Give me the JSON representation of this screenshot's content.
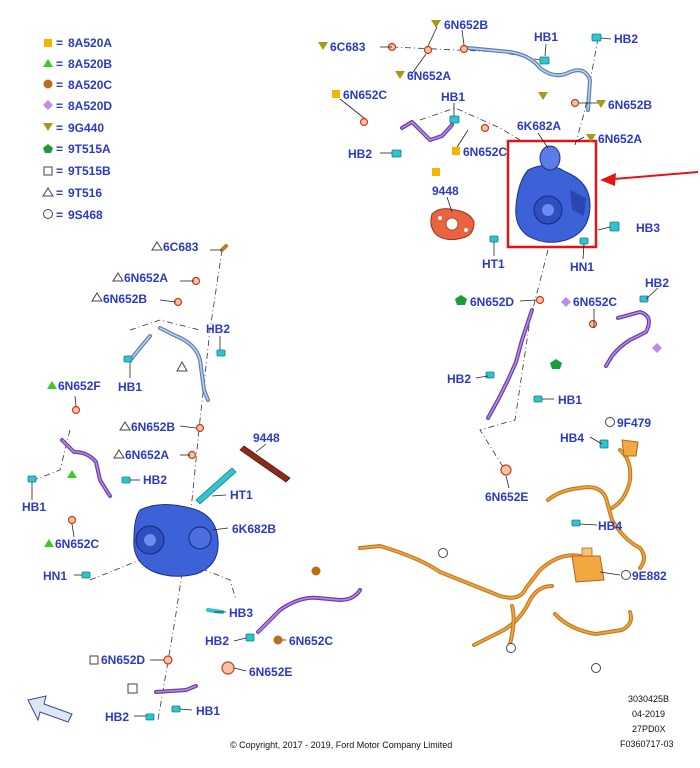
{
  "legend": [
    {
      "symbol": "square-filled",
      "color": "#f5b400",
      "code": "8A520A"
    },
    {
      "symbol": "triangle-filled",
      "color": "#3ec91e",
      "code": "8A520B"
    },
    {
      "symbol": "circle-filled",
      "color": "#c06a1c",
      "code": "8A520C"
    },
    {
      "symbol": "diamond-filled",
      "color": "#c08ae8",
      "code": "8A520D"
    },
    {
      "symbol": "triangle-down-filled",
      "color": "#a89a18",
      "code": "9G440"
    },
    {
      "symbol": "pentagon-filled",
      "color": "#1f9a3a",
      "code": "9T515A"
    },
    {
      "symbol": "square-open",
      "color": "#444444",
      "code": "9T515B"
    },
    {
      "symbol": "triangle-open",
      "color": "#444444",
      "code": "9T516"
    },
    {
      "symbol": "circle-open",
      "color": "#444444",
      "code": "9S468"
    }
  ],
  "legend_equals": "=",
  "callouts": {
    "r_6n652b_top": "6N652B",
    "r_6c683": "6C683",
    "r_hb1_top": "HB1",
    "r_hb2_top": "HB2",
    "r_6n652a_top": "6N652A",
    "r_6n652b_right": "6N652B",
    "r_6n652c_tl": "6N652C",
    "r_hb1_mid": "HB1",
    "r_6k682a": "6K682A",
    "r_6n652a_right": "6N652A",
    "r_hb2_left": "HB2",
    "r_6n652c_mid": "6N652C",
    "r_9448": "9448",
    "r_hb3": "HB3",
    "r_ht1": "HT1",
    "r_hn1": "HN1",
    "r_6n652d": "6N652D",
    "r_6n652c_right": "6N652C",
    "r_hb2_right": "HB2",
    "r_hb2_low": "HB2",
    "r_hb1_low": "HB1",
    "r_hb4_a": "HB4",
    "r_9f479": "9F479",
    "r_6n652e": "6N652E",
    "r_hb4_b": "HB4",
    "r_9e882": "9E882",
    "l_6c683": "6C683",
    "l_6n652a_top": "6N652A",
    "l_6n652b_top": "6N652B",
    "l_hb2_top": "HB2",
    "l_hb1_top": "HB1",
    "l_6n652f": "6N652F",
    "l_6n652b_mid": "6N652B",
    "l_6n652a_mid": "6N652A",
    "l_9448": "9448",
    "l_hb2_mid": "HB2",
    "l_hb1_left": "HB1",
    "l_ht1": "HT1",
    "l_6k682b": "6K682B",
    "l_6n652c_left": "6N652C",
    "l_hn1": "HN1",
    "l_hb3": "HB3",
    "l_hb2_low": "HB2",
    "l_6n652c_low": "6N652C",
    "l_6n652d": "6N652D",
    "l_6n652e": "6N652E",
    "l_hb2_bottom": "HB2",
    "l_hb1_bottom": "HB1"
  },
  "footer": {
    "copyright": "© Copyright, 2017 - 2019, Ford Motor Company Limited",
    "ref1": "3030425B",
    "ref2": "04-2019",
    "ref3": "27PD0X",
    "ref4": "F0360717-03"
  },
  "colors": {
    "label": "#2b3ac2",
    "highlight": "#e41414",
    "turbo": "#3d62d8",
    "hose_orange": "#c47a1e",
    "hose_purple": "#6a3ca8",
    "hose_blue": "#5b7fb5",
    "clip": "#2fc4d0"
  }
}
